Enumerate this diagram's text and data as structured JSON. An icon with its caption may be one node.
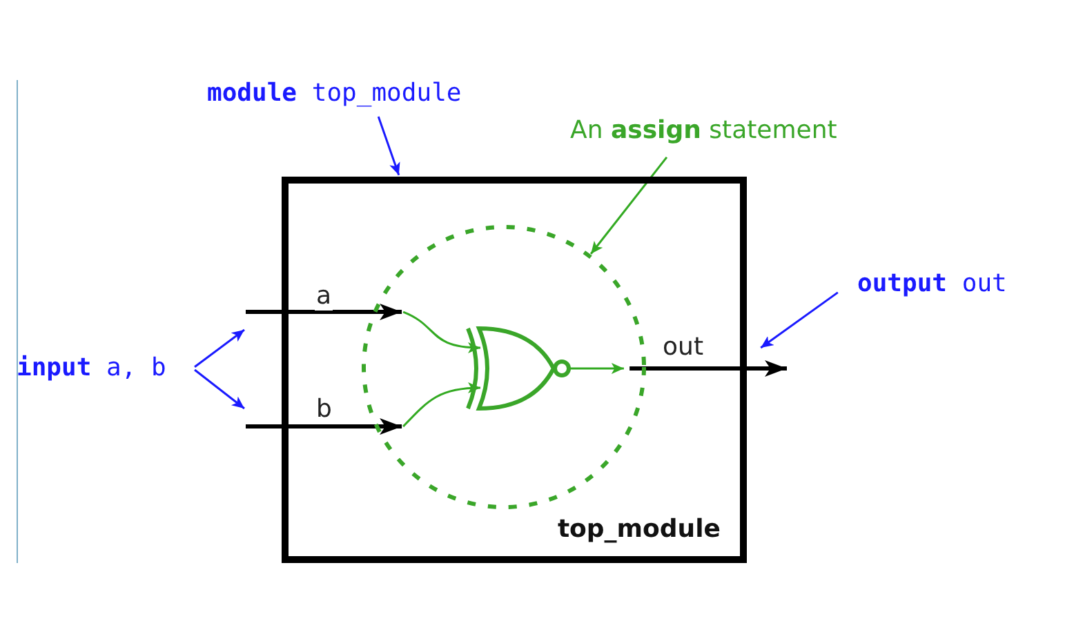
{
  "diagram": {
    "nodes": [
      {
        "text": [
          "**module** top_module"
        ]
      },
      {
        "text": [
          "top_module"
        ]
      },
      {
        "text": [],
        "shape": "circle",
        "in": 1
      },
      {
        "text": [],
        "shape": "gate",
        "in": 2
      },
      {
        "text": [
          "An **assign** statement"
        ]
      },
      {
        "text": [
          "**output** out"
        ]
      },
      {
        "text": [
          "**input** a, b"
        ]
      }
    ],
    "edges": [
      {
        "from": 0,
        "to": 1,
        "arrow": "to",
        "color": "#1a1aff"
      },
      {
        "from": 4,
        "to": 2,
        "arrow": "to",
        "color": "#33aa22"
      },
      {
        "from": 5,
        "to": 1,
        "arrow": "to",
        "color": "#1a1aff"
      },
      {
        "from": 6,
        "to": null,
        "arrow": "to",
        "color": "#1a1aff"
      },
      {
        "from": 6,
        "to": null,
        "arrow": "to",
        "color": "#1a1aff"
      },
      {
        "from": null,
        "to": 2,
        "arrow": "to",
        "label": "a",
        "style": "thick",
        "color": "#000000"
      },
      {
        "from": null,
        "to": 2,
        "arrow": "to",
        "label": "b",
        "style": "thick",
        "color": "#000000"
      },
      {
        "from": 2,
        "to": 3,
        "arrow": "to",
        "color": "#33aa22"
      },
      {
        "from": 2,
        "to": 3,
        "arrow": "to",
        "color": "#33aa22"
      },
      {
        "from": 3,
        "to": 2,
        "arrow": "to",
        "color": "#33aa22"
      },
      {
        "from": 2,
        "to": null,
        "arrow": "to",
        "label": "out",
        "style": "thick",
        "color": "#000000"
      }
    ]
  }
}
